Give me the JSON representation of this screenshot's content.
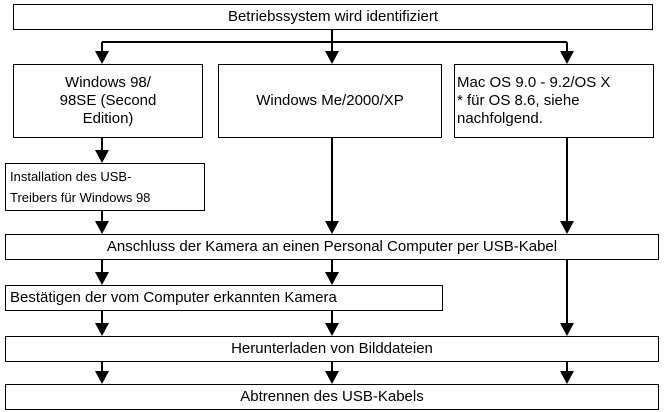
{
  "nodes": {
    "identify": "Betriebssystem wird identifiziert",
    "win98": "Windows 98/\n98SE (Second\nEdition)",
    "winme": "Windows Me/2000/XP",
    "mac": "Mac OS 9.0 - 9.2/OS X\n* für OS 8.6, siehe\n   nachfolgend.",
    "usb_driver": "Installation des USB-\nTreibers für Windows 98",
    "connect": "Anschluss der Kamera an einen Personal Computer per USB-Kabel",
    "confirm": "Bestätigen der vom Computer erkannten Kamera",
    "download": "Herunterladen von Bilddateien",
    "disconnect": "Abtrennen des USB-Kabels"
  },
  "colors": {
    "line": "#000000",
    "box_border": "#000000",
    "background": "#ffffff"
  }
}
